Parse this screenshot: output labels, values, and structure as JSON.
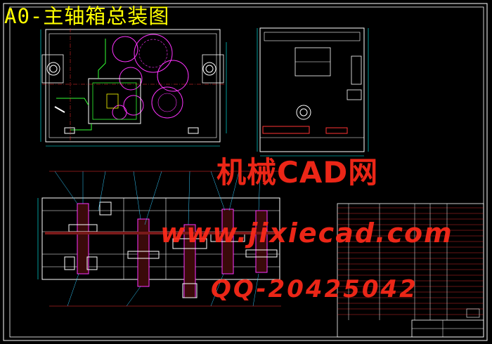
{
  "drawing": {
    "title": "A0-主轴箱总装图",
    "watermarks": {
      "line1": "机械CAD网",
      "line2": "www.jixiecad.com",
      "line3": "QQ-20425042"
    },
    "colors": {
      "background": "#000000",
      "frame": "#ffffff",
      "title": "#ffff00",
      "watermark": "#ff2a1a",
      "gear": "#ff33ff",
      "outline": "#ffffff",
      "dimension": "#00ffff",
      "hatch": "#ff3333",
      "leader": "#33ccff",
      "green": "#33ff33"
    },
    "views": [
      "front-view",
      "side-view",
      "section-view",
      "title-block-table"
    ]
  }
}
